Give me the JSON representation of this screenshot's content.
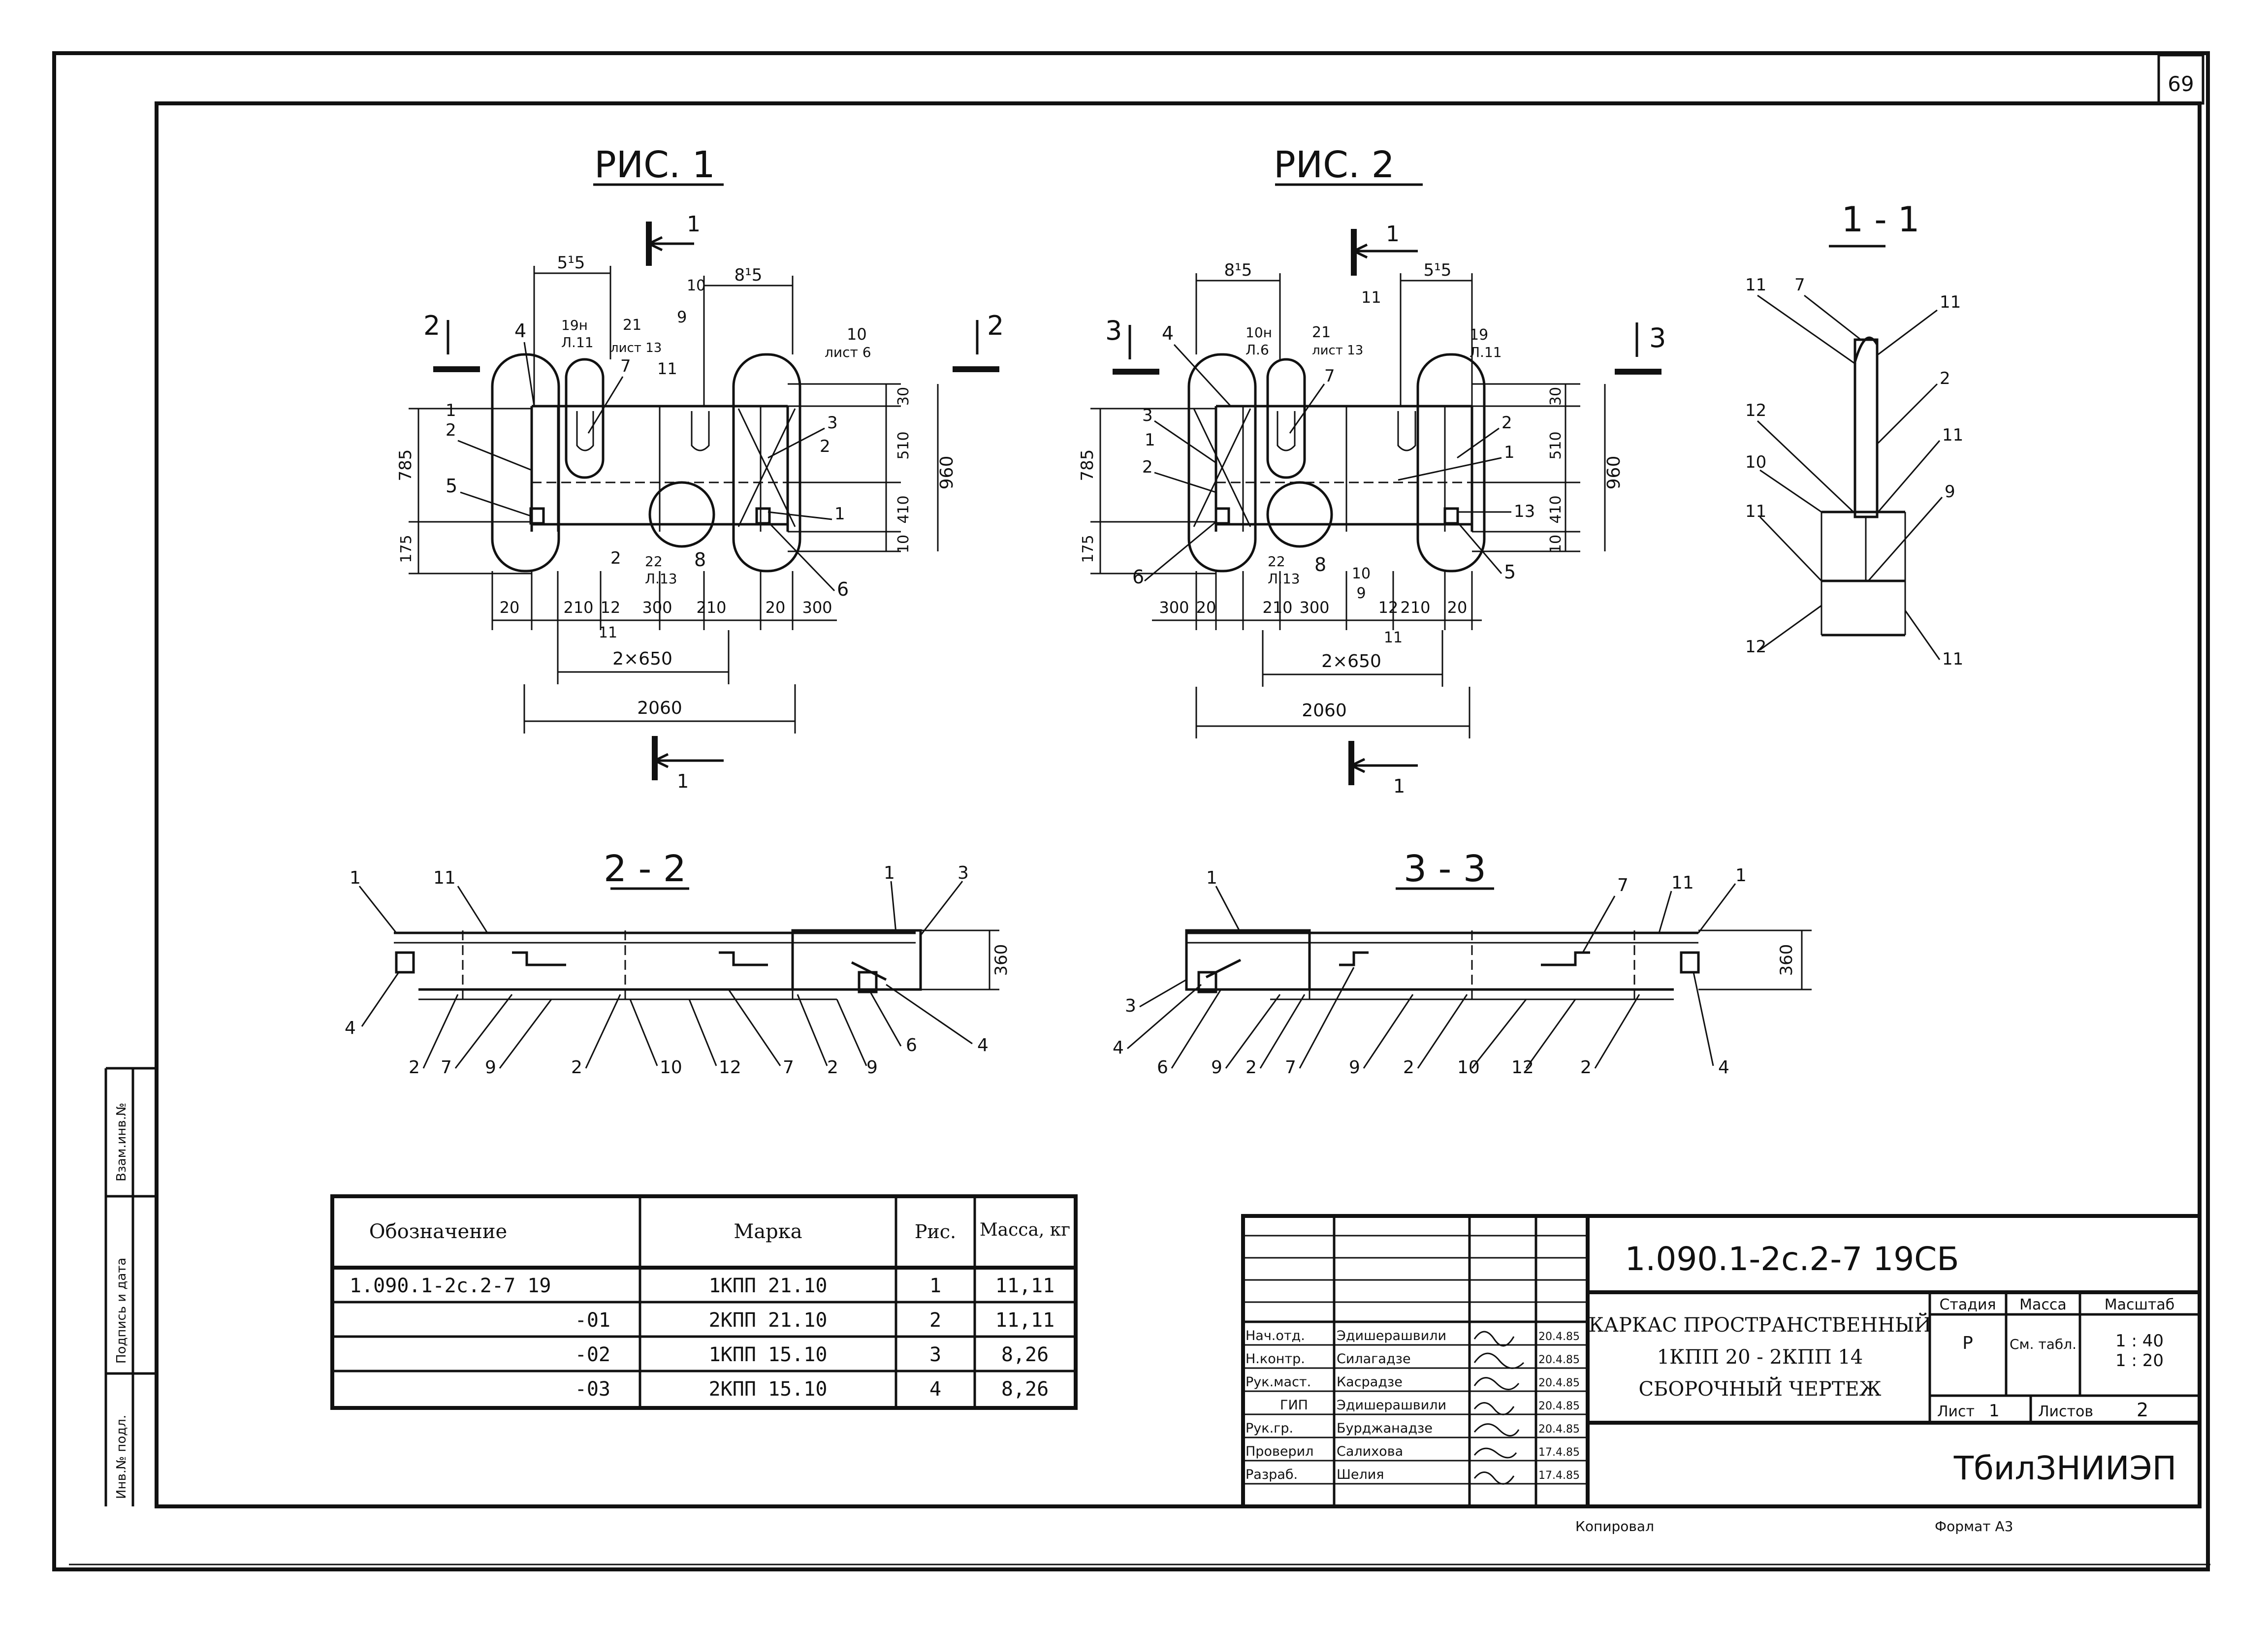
{
  "sheet": {
    "page_number": "69",
    "format": "Формат А3",
    "copied": "Копировал"
  },
  "side_stamps": [
    "Взам.инв.№",
    "Подпись и дата",
    "Инв.№ подл."
  ],
  "fig1": {
    "title": "РИС. 1",
    "section_marks": {
      "s1_top": "1",
      "s1_bottom": "1",
      "s2_left": "2",
      "s2_right": "2"
    },
    "dims_top": [
      "5¹5",
      "8¹5"
    ],
    "dims_right": [
      "30",
      "510",
      "410",
      "10"
    ],
    "dim_overall_h": "960",
    "dims_left": [
      "785",
      "175"
    ],
    "dims_bottom": [
      "20",
      "210",
      "12",
      "300",
      "210",
      "20",
      "300"
    ],
    "dim_11": "11",
    "dim_2x650": "2×650",
    "dim_2060": "2060",
    "callouts": [
      "4",
      "2",
      "5",
      "1",
      "19н",
      "Л.11",
      "21",
      "лист 13",
      "7",
      "10",
      "9",
      "11",
      "10",
      "лист 6",
      "3",
      "2",
      "1",
      "6",
      "2",
      "22",
      "Л.13",
      "8"
    ]
  },
  "fig2": {
    "title": "РИС. 2",
    "section_marks": {
      "s1_top": "1",
      "s1_bottom": "1",
      "s3_left": "3",
      "s3_right": "3"
    },
    "dims_top": [
      "8¹5",
      "5¹5"
    ],
    "dims_right": [
      "30",
      "510",
      "410",
      "10"
    ],
    "dim_overall_h": "960",
    "dims_left": [
      "785",
      "175"
    ],
    "dims_bottom": [
      "300",
      "20",
      "210",
      "300",
      "10",
      "12",
      "210",
      "20"
    ],
    "dim_9": "9",
    "dim_11": "11",
    "dim_2x650": "2×650",
    "dim_2060": "2060",
    "callouts": [
      "4",
      "3",
      "1",
      "2",
      "6",
      "10н",
      "Л.6",
      "21",
      "лист 13",
      "7",
      "11",
      "19",
      "Л.11",
      "2",
      "1",
      "13",
      "5",
      "22",
      "Л.13",
      "8"
    ]
  },
  "sec11": {
    "title": "1 - 1",
    "callouts": [
      "11",
      "7",
      "11",
      "2",
      "11",
      "12",
      "10",
      "11",
      "9",
      "12",
      "11"
    ]
  },
  "sec22": {
    "title": "2 - 2",
    "dim": "360",
    "callouts_top": [
      "1",
      "11",
      "1",
      "3"
    ],
    "callouts_bottom": [
      "4",
      "2",
      "7",
      "9",
      "2",
      "10",
      "12",
      "7",
      "2",
      "9",
      "6",
      "4"
    ]
  },
  "sec33": {
    "title": "3 - 3",
    "dim": "360",
    "callouts_top": [
      "1",
      "7",
      "11",
      "1"
    ],
    "callouts_bottom": [
      "3",
      "4",
      "6",
      "9",
      "2",
      "7",
      "9",
      "2",
      "10",
      "12",
      "2",
      "4"
    ]
  },
  "spec_table": {
    "headers": [
      "Обозначение",
      "Марка",
      "Рис.",
      "Масса, кг"
    ],
    "rows": [
      [
        "1.090.1-2с.2-7 19",
        "1КПП 21.10",
        "1",
        "11,11"
      ],
      [
        "-01",
        "2КПП 21.10",
        "2",
        "11,11"
      ],
      [
        "-02",
        "1КПП 15.10",
        "3",
        "8,26"
      ],
      [
        "-03",
        "2КПП 15.10",
        "4",
        "8,26"
      ]
    ]
  },
  "title_block": {
    "doc_code": "1.090.1-2с.2-7   19СБ",
    "title_lines": [
      "КАРКАС ПРОСТРАНСТВЕННЫЙ",
      "1КПП 20 - 2КПП 14",
      "СБОРОЧНЫЙ ЧЕРТЕЖ"
    ],
    "stage_header": "Стадия",
    "mass_header": "Масса",
    "scale_header": "Масштаб",
    "stage": "Р",
    "mass": "См. табл.",
    "scale_1": "1 : 40",
    "scale_2": "1 : 20",
    "sheet_label": "Лист",
    "sheet_no": "1",
    "sheets_label": "Листов",
    "sheets_total": "2",
    "org": "ТбилЗНИИЭП",
    "signatures": [
      {
        "role": "Нач.отд.",
        "name": "Эдишерашвили",
        "date": "20.4.85"
      },
      {
        "role": "Н.контр.",
        "name": "Силагадзе",
        "date": "20.4.85"
      },
      {
        "role": "Рук.маст.",
        "name": "Касрадзе",
        "date": "20.4.85"
      },
      {
        "role": "ГИП",
        "name": "Эдишерашвили",
        "date": "20.4.85"
      },
      {
        "role": "Рук.гр.",
        "name": "Бурджанадзе",
        "date": "20.4.85"
      },
      {
        "role": "Проверил",
        "name": "Салихова",
        "date": "17.4.85"
      },
      {
        "role": "Разраб.",
        "name": "Шелия",
        "date": "17.4.85"
      }
    ]
  }
}
